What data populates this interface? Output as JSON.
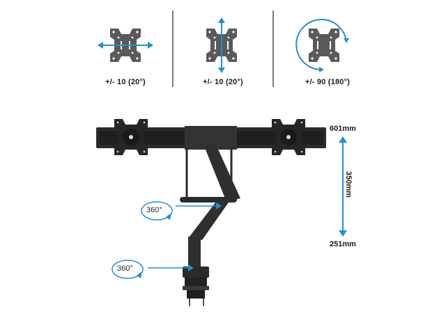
{
  "adjustments": [
    {
      "id": "swivel",
      "label": "+/- 10 (20°)",
      "arrow": "horizontal-double-arrow"
    },
    {
      "id": "tilt",
      "label": "+/- 10 (20°)",
      "arrow": "vertical-double-arrow"
    },
    {
      "id": "rotation",
      "label": "+/- 90 (180°)",
      "arrow": "circular-arrow"
    }
  ],
  "height_range": {
    "top": "601mm",
    "span": "350mm",
    "bottom": "251mm"
  },
  "rotation_badges": [
    {
      "label": "360°",
      "position": "arm-elbow"
    },
    {
      "label": "360°",
      "position": "arm-base"
    }
  ],
  "colors": {
    "accent": "#1e8fd5",
    "plate": "#5a5a5a",
    "mount": "#2b2b2b",
    "divider": "#7a7a7a",
    "text": "#1a1a1a"
  }
}
